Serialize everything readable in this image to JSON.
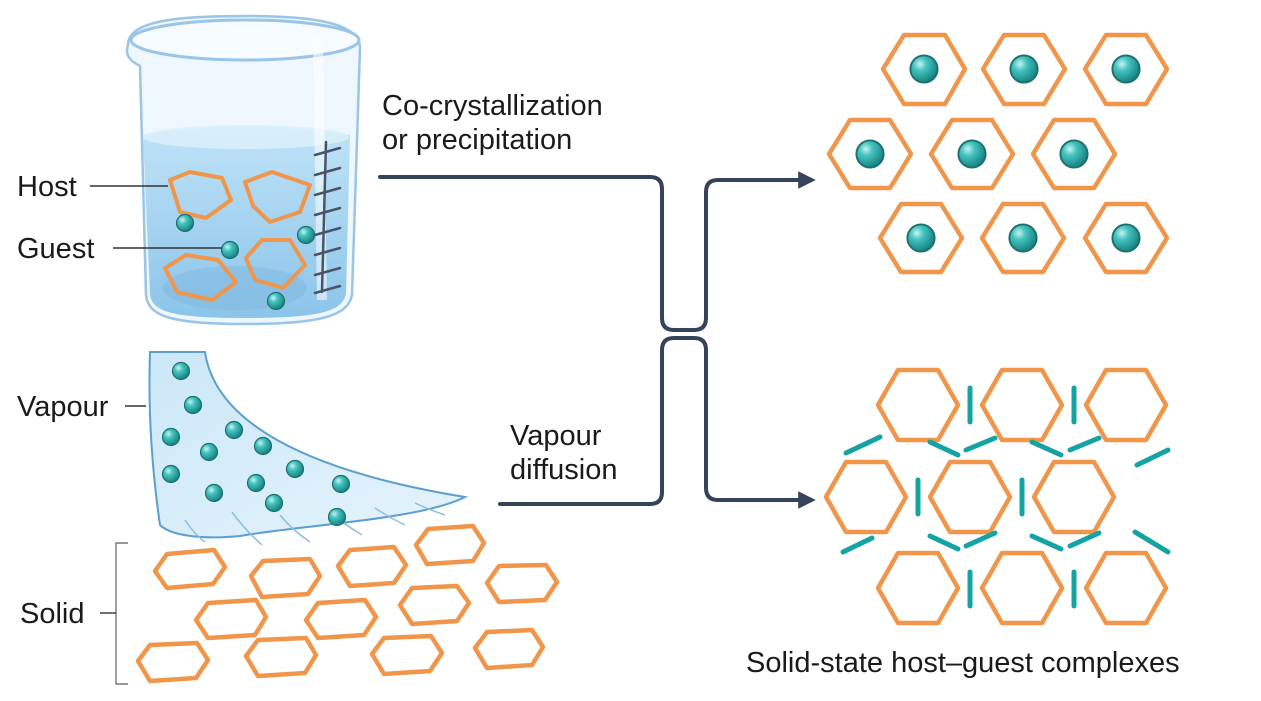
{
  "labels": {
    "host": "Host",
    "guest": "Guest",
    "vapour": "Vapour",
    "solid": "Solid"
  },
  "pathways": {
    "solution": [
      "Co-crystallization",
      "or precipitation"
    ],
    "vapour": [
      "Vapour",
      "diffusion"
    ]
  },
  "result_caption": "Solid-state host–guest complexes",
  "colors": {
    "host_hexagon": "#f1954b",
    "guest_sphere": "#2fb3b3",
    "linker_bar": "#14a3a3",
    "liquid": "#a9d6f2",
    "arrow": "#34435a"
  }
}
